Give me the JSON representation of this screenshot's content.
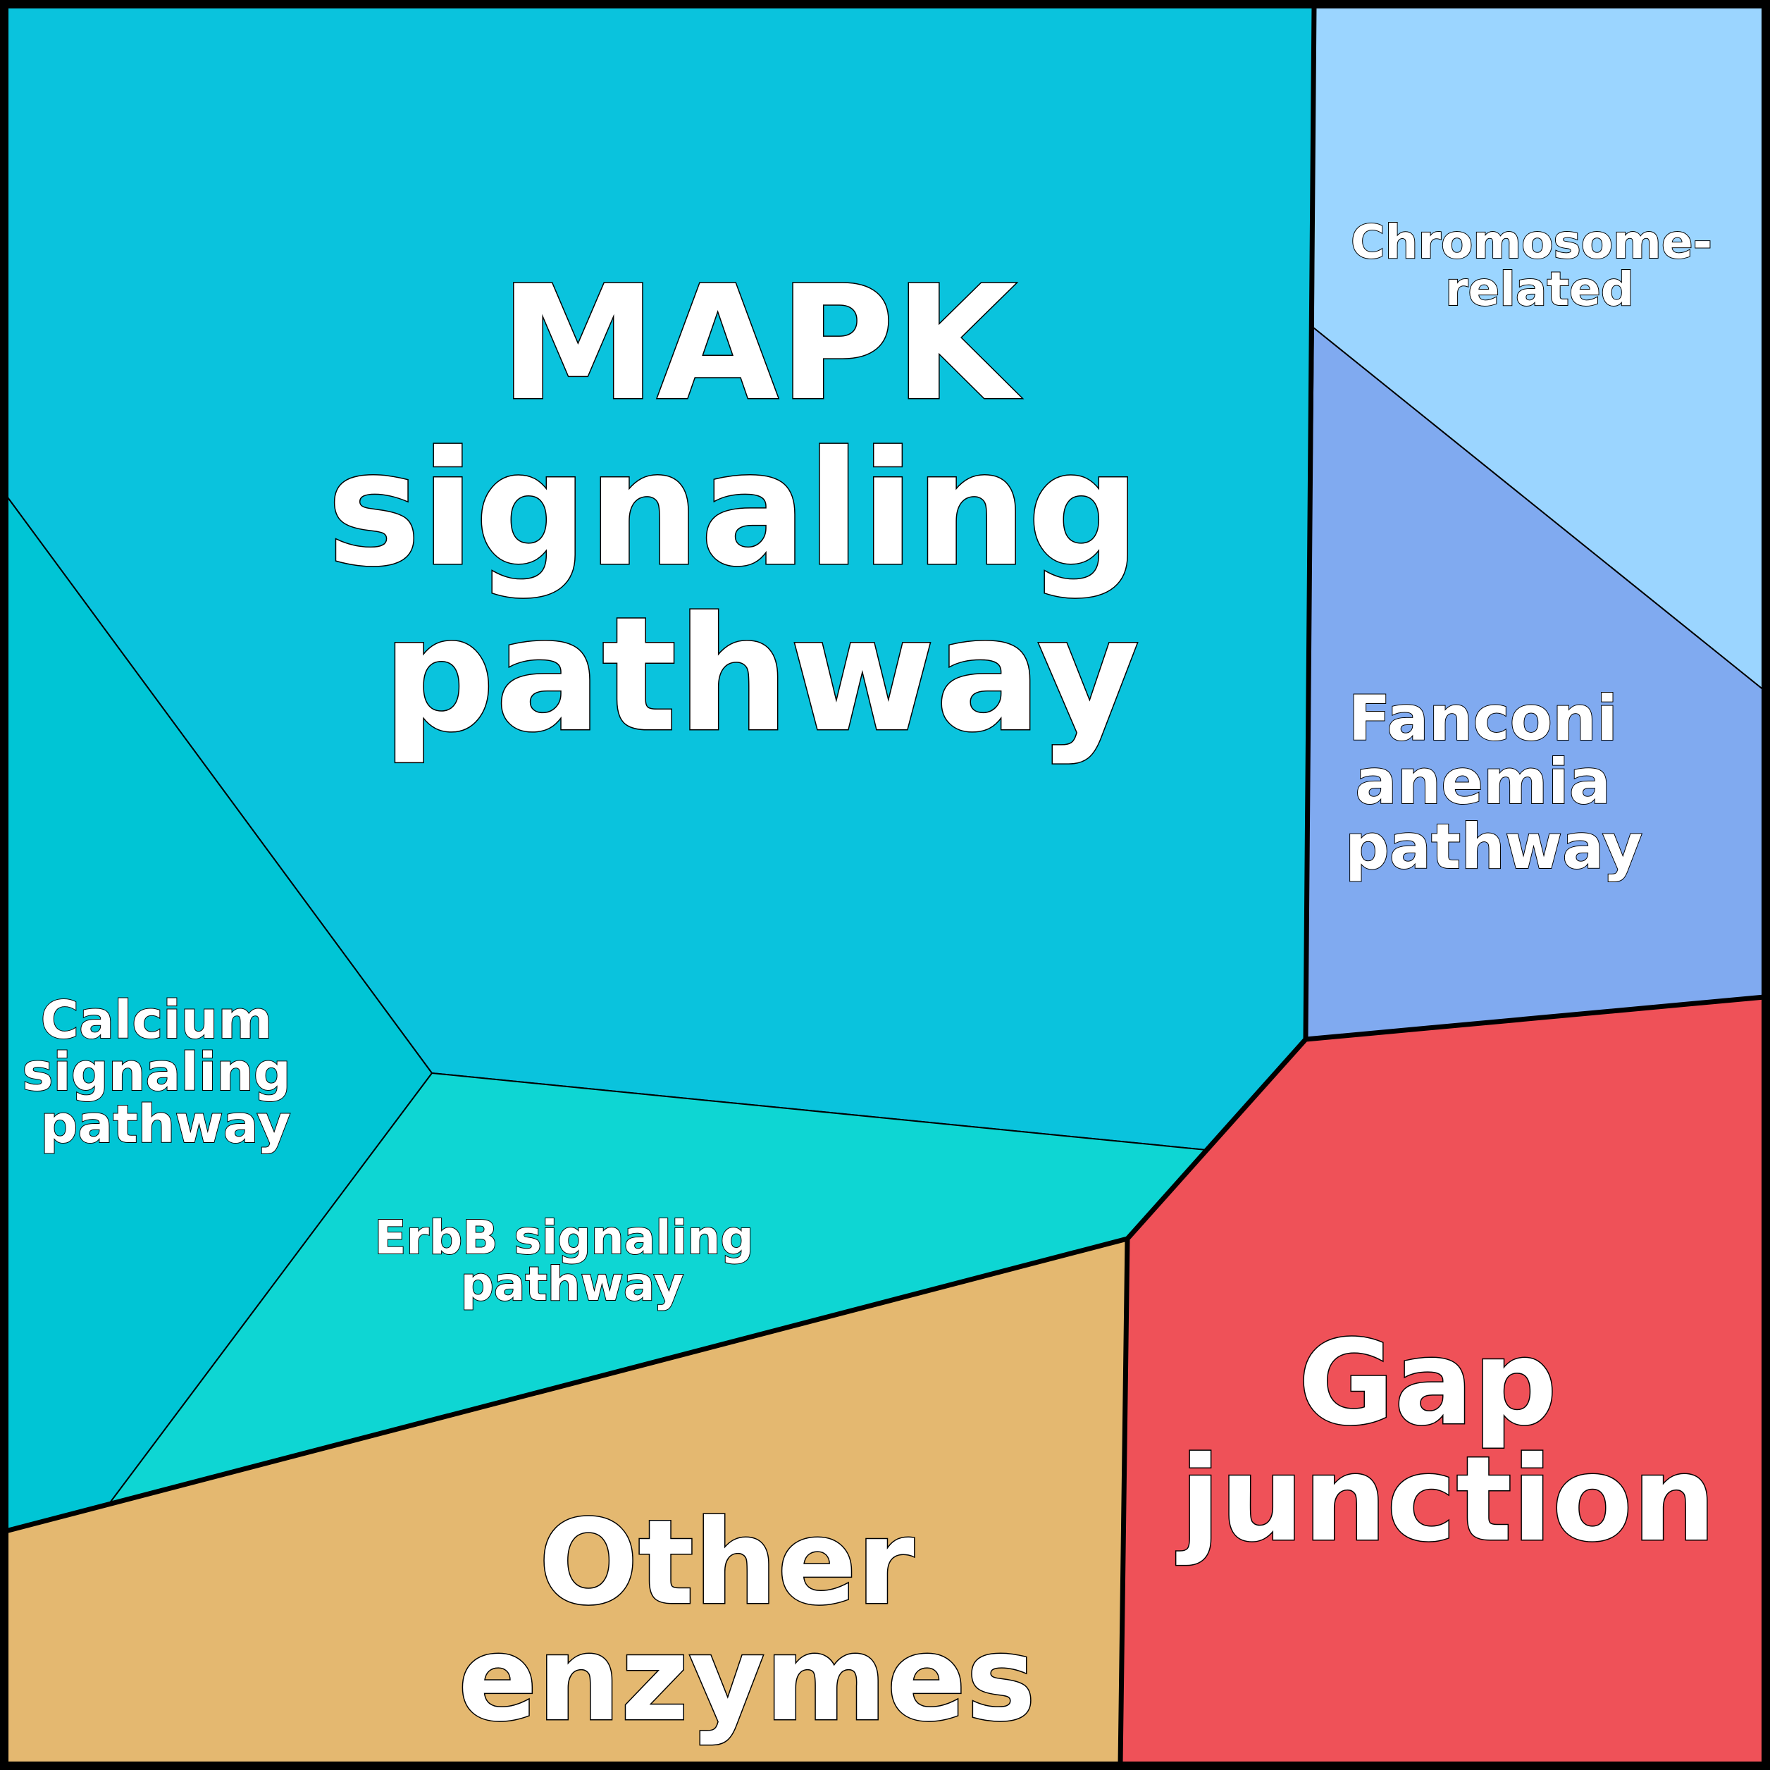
{
  "regions": [
    {
      "id": "mapk",
      "label_lines": [
        "MAPK",
        "signaling",
        "pathway"
      ],
      "color": "#0ac3dd"
    },
    {
      "id": "calcium",
      "label_lines": [
        "Calcium",
        "signaling",
        "pathway"
      ],
      "color": "#00c5d5"
    },
    {
      "id": "erbb",
      "label_lines": [
        "ErbB signaling",
        "pathway"
      ],
      "color": "#0ed6d3"
    },
    {
      "id": "chromosome",
      "label_lines": [
        "Chromosome-",
        "related"
      ],
      "color": "#9bd5ff"
    },
    {
      "id": "fanconi",
      "label_lines": [
        "Fanconi",
        "anemia",
        "pathway"
      ],
      "color": "#80aaf0"
    },
    {
      "id": "gap",
      "label_lines": [
        "Gap",
        "junction"
      ],
      "color": "#ef5158"
    },
    {
      "id": "other",
      "label_lines": [
        "Other",
        "enzymes"
      ],
      "color": "#e4b870"
    }
  ]
}
